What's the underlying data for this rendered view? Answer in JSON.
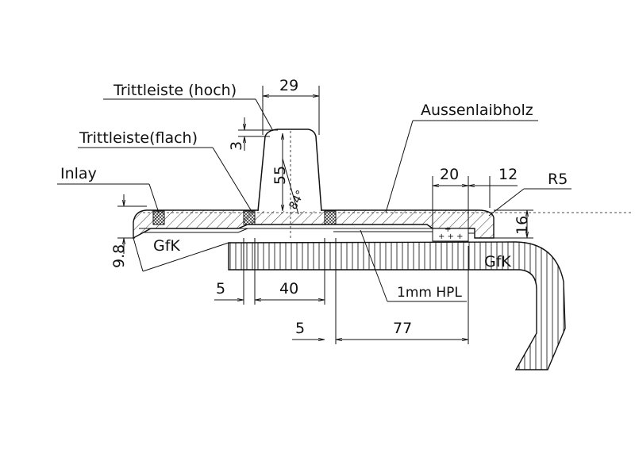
{
  "labels": {
    "trittleiste_hoch": "Trittleiste (hoch)",
    "trittleiste_flach": "Trittleiste(flach)",
    "inlay": "Inlay",
    "aussenlaibholz": "Aussenlaibholz",
    "gfk_left": "GfK",
    "gfk_right": "GfK",
    "hpl": "1mm HPL",
    "r5": "R5",
    "angle": "84°"
  },
  "dimensions": {
    "d29": "29",
    "d3": "3",
    "d55": "55",
    "d9_8": "9.8",
    "d20": "20",
    "d12": "12",
    "d16": "16",
    "d5_a": "5",
    "d40": "40",
    "d5_b": "5",
    "d77": "77"
  }
}
